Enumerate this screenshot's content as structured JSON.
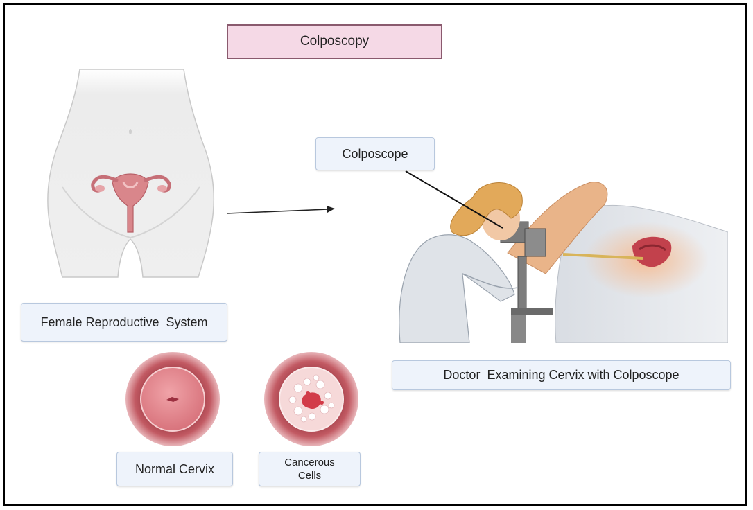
{
  "title": "Colposcopy",
  "labels": {
    "colposcope": "Colposcope",
    "female_system": "Female Reproductive  System",
    "doctor": "Doctor  Examining Cervix with Colposcope",
    "normal_cervix": "Normal Cervix",
    "cancerous_line1": "Cancerous",
    "cancerous_line2": "Cells"
  },
  "colors": {
    "title_fill": "#f5d9e6",
    "title_border": "#8a5a6e",
    "box_fill": "#eef3fb",
    "box_border": "#b8c8de",
    "tissue": "#d9868b",
    "cervix_outer": "#b94a55"
  }
}
